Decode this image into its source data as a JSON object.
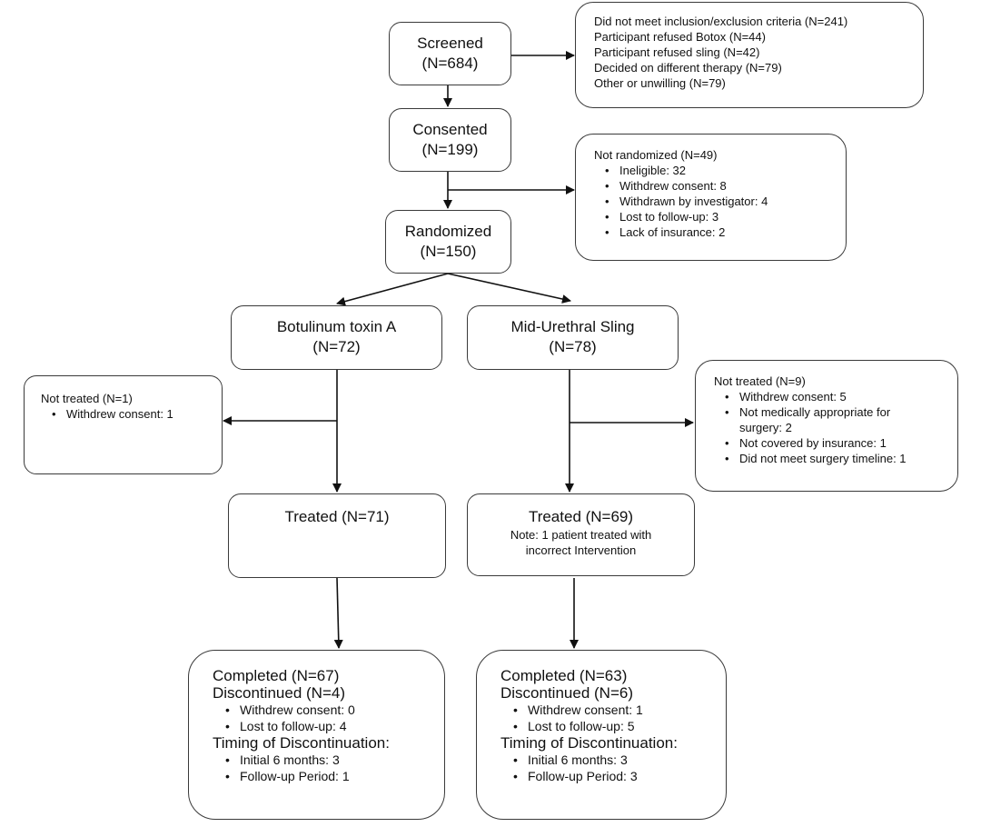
{
  "screened": {
    "title": "Screened",
    "count": "(N=684)"
  },
  "excluded": {
    "items": [
      "Did not meet inclusion/exclusion criteria (N=241)",
      "Participant refused Botox (N=44)",
      "Participant refused sling (N=42)",
      "Decided on different therapy (N=79)",
      "Other or unwilling (N=79)"
    ]
  },
  "consented": {
    "title": "Consented",
    "count": "(N=199)"
  },
  "not_randomized": {
    "heading": "Not randomized (N=49)",
    "items": [
      "Ineligible: 32",
      "Withdrew consent: 8",
      "Withdrawn by investigator: 4",
      "Lost to follow-up: 3",
      "Lack of insurance: 2"
    ]
  },
  "randomized": {
    "title": "Randomized",
    "count": "(N=150)"
  },
  "botox": {
    "title": "Botulinum toxin A",
    "count": "(N=72)"
  },
  "sling": {
    "title": "Mid-Urethral Sling",
    "count": "(N=78)"
  },
  "botox_not_treated": {
    "heading": "Not treated (N=1)",
    "items": [
      "Withdrew consent: 1"
    ]
  },
  "sling_not_treated": {
    "heading": "Not treated (N=9)",
    "items": [
      "Withdrew consent: 5",
      "Not medically appropriate for surgery: 2",
      "Not covered by insurance: 1",
      "Did not meet surgery timeline: 1"
    ]
  },
  "botox_treated": {
    "title": "Treated (N=71)"
  },
  "sling_treated": {
    "title": "Treated (N=69)",
    "note_line1": "Note: 1 patient treated with",
    "note_line2": "incorrect Intervention"
  },
  "botox_final": {
    "completed": "Completed (N=67)",
    "discontinued": "Discontinued (N=4)",
    "reasons": [
      "Withdrew consent: 0",
      "Lost to follow-up: 4"
    ],
    "timing_heading": "Timing of Discontinuation:",
    "timing": [
      "Initial 6 months: 3",
      "Follow-up Period: 1"
    ]
  },
  "sling_final": {
    "completed": "Completed (N=63)",
    "discontinued": "Discontinued (N=6)",
    "reasons": [
      "Withdrew consent: 1",
      "Lost to follow-up: 5"
    ],
    "timing_heading": "Timing of Discontinuation:",
    "timing": [
      "Initial 6 months: 3",
      "Follow-up Period: 3"
    ]
  }
}
